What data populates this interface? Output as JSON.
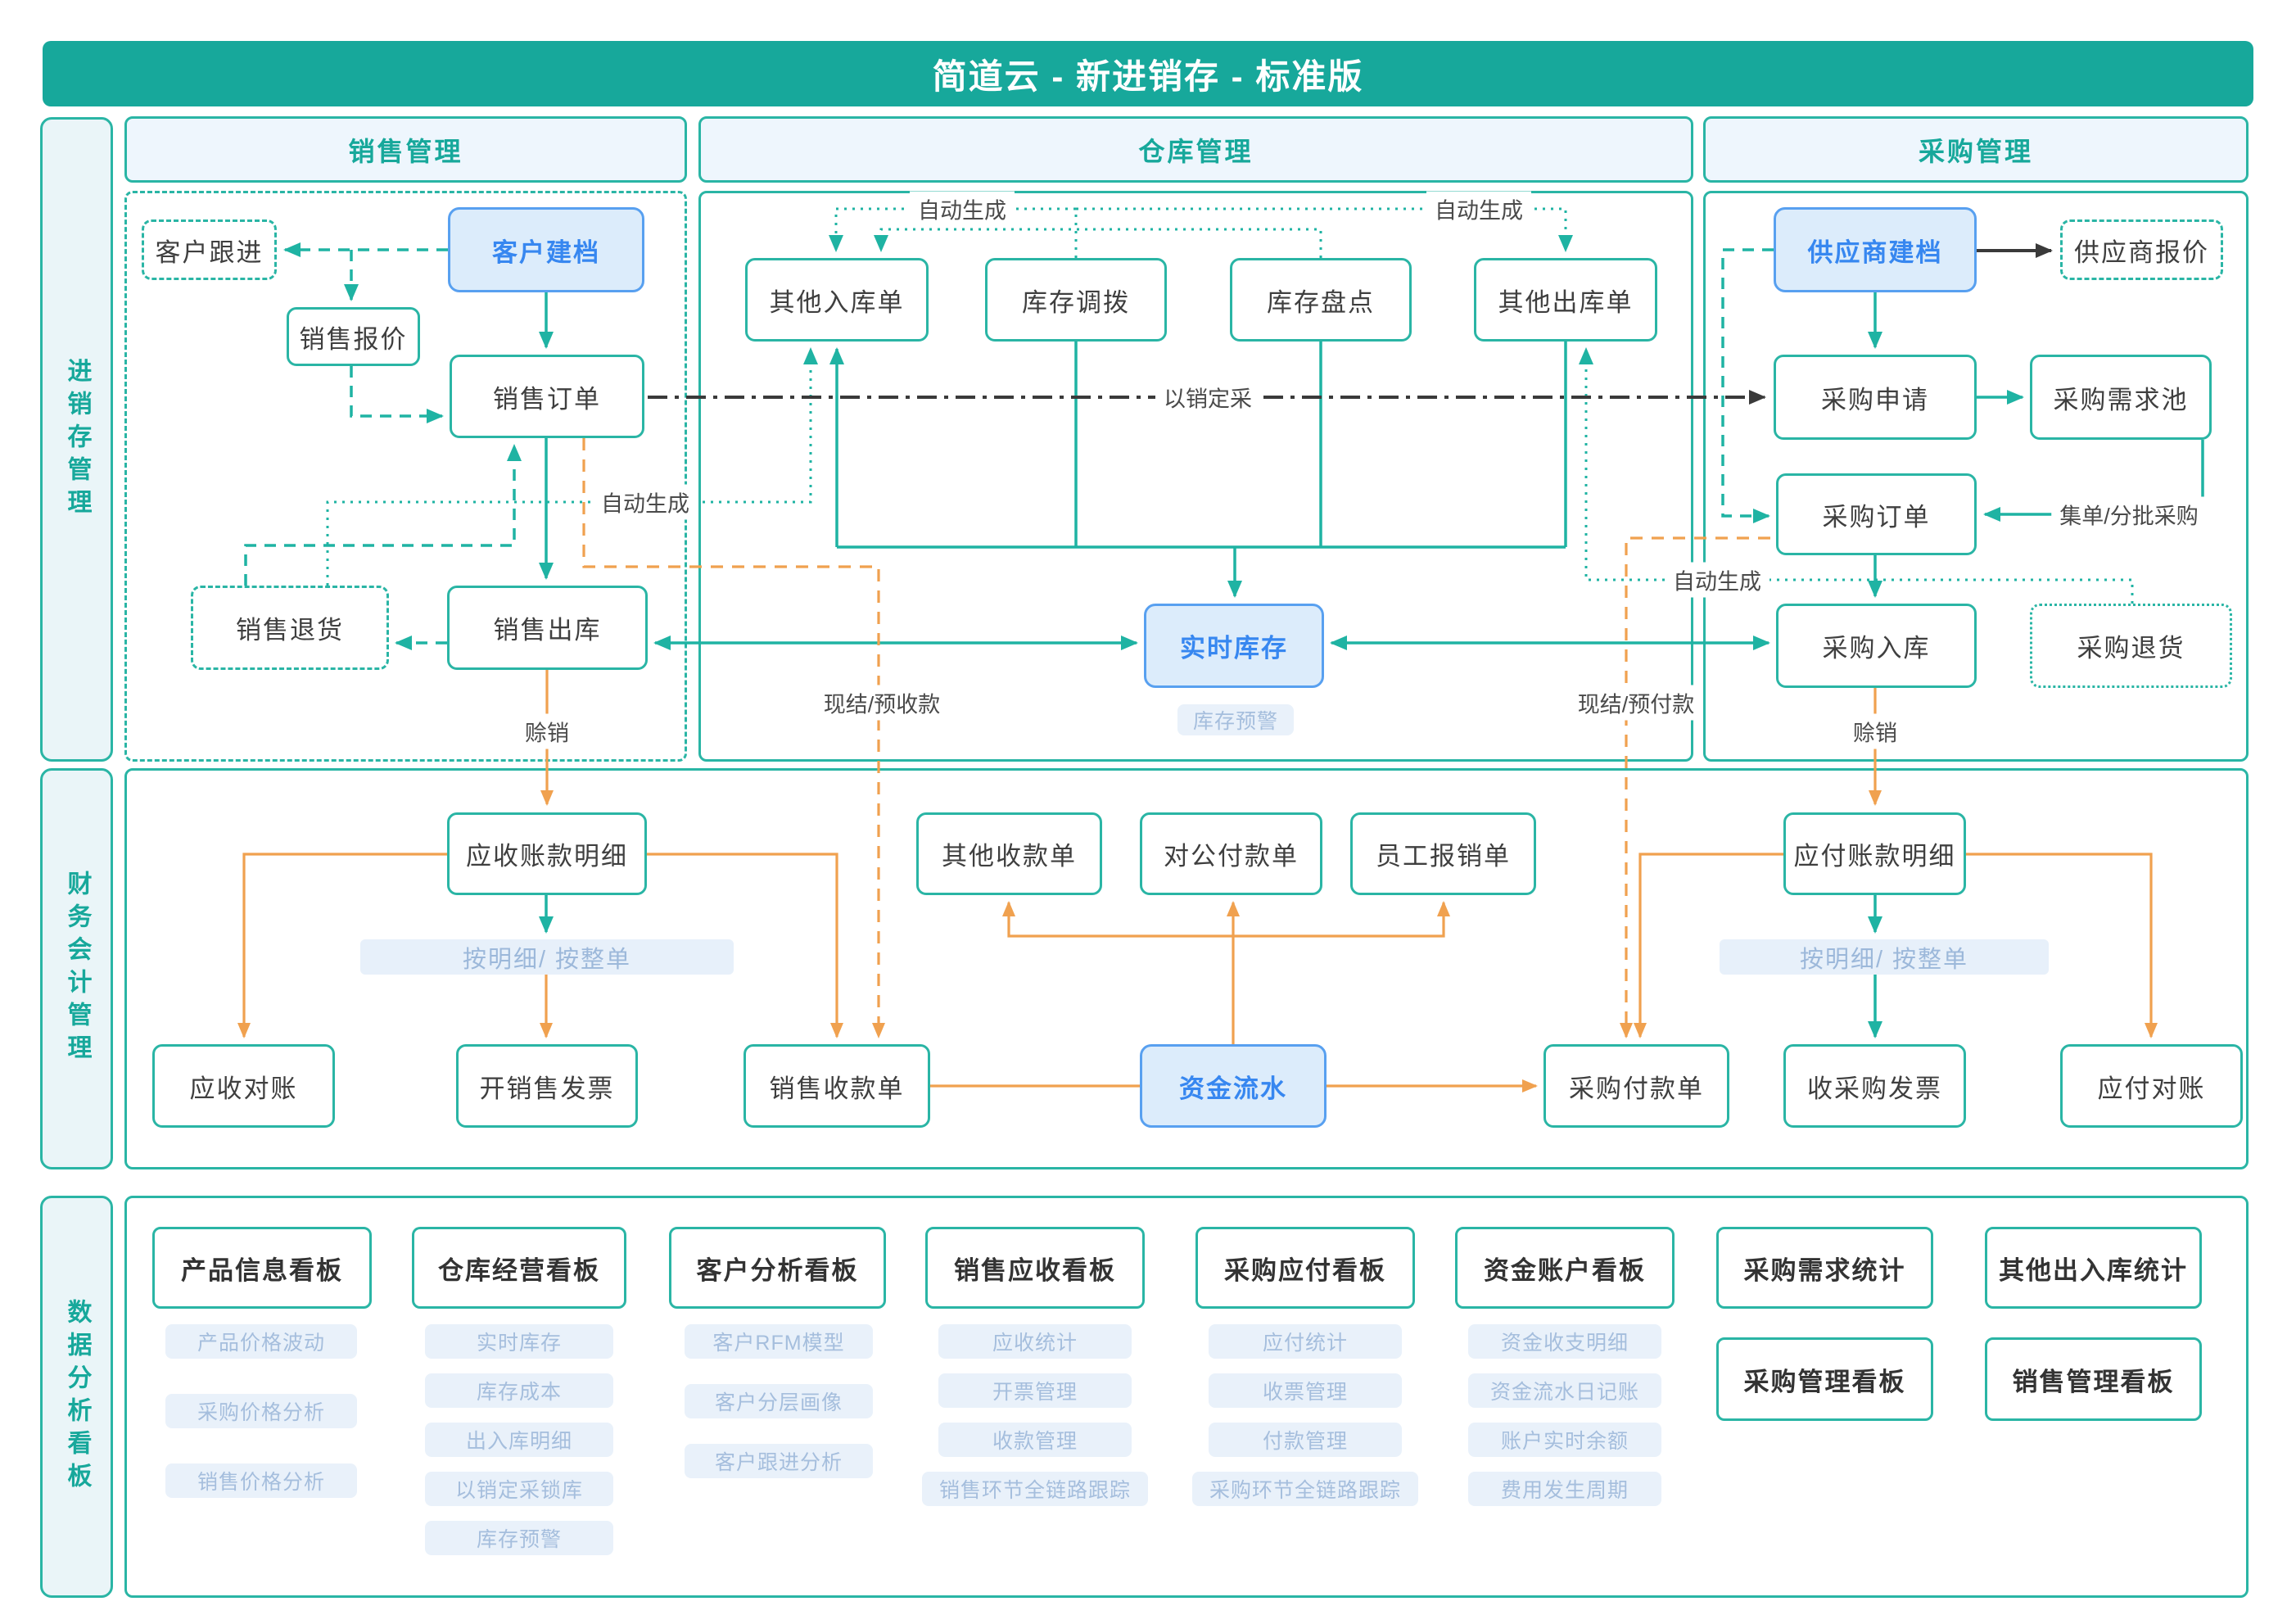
{
  "app": {
    "title": "简道云 - 新进销存 - 标准版"
  },
  "sidebar": {
    "sections": [
      {
        "label": "进销存管理"
      },
      {
        "label": "财务会计管理"
      },
      {
        "label": "数据分析看板"
      }
    ]
  },
  "columns": {
    "sales": "销售管理",
    "warehouse": "仓库管理",
    "purchase": "采购管理"
  },
  "nodes": {
    "customer_follow": "客户跟进",
    "customer_create": "客户建档",
    "sales_quote": "销售报价",
    "sales_order": "销售订单",
    "sales_return": "销售退货",
    "sales_outbound": "销售出库",
    "other_inbound": "其他入库单",
    "stock_transfer": "库存调拨",
    "stock_count": "库存盘点",
    "other_outbound": "其他出库单",
    "realtime_stock": "实时库存",
    "stock_alert": "库存预警",
    "supplier_create": "供应商建档",
    "supplier_quote": "供应商报价",
    "purchase_request": "采购申请",
    "purchase_pool": "采购需求池",
    "purchase_order": "采购订单",
    "purchase_inbound": "采购入库",
    "purchase_return": "采购退货",
    "ar_detail": "应收账款明细",
    "ar_recon": "应收对账",
    "sales_invoice": "开销售发票",
    "sales_receipt": "销售收款单",
    "other_receipt": "其他收款单",
    "corp_payment": "对公付款单",
    "expense_claim": "员工报销单",
    "cash_flow": "资金流水",
    "purchase_payment": "采购付款单",
    "ap_detail": "应付账款明细",
    "purchase_invoice": "收采购发票",
    "ap_recon": "应付对账"
  },
  "edge_labels": {
    "auto_generate": "自动生成",
    "sale_to_purchase": "以销定采",
    "credit_sale": "赊销",
    "cash_or_advance_receipt": "现结/预收款",
    "cash_or_advance_payment": "现结/预付款",
    "batch_purchase": "集单/分批采购",
    "settle_mode": "按明细/ 按整单"
  },
  "dashboards": [
    {
      "title": "产品信息看板",
      "items": [
        "产品价格波动",
        "采购价格分析",
        "销售价格分析"
      ]
    },
    {
      "title": "仓库经营看板",
      "items": [
        "实时库存",
        "库存成本",
        "出入库明细",
        "以销定采锁库",
        "库存预警"
      ]
    },
    {
      "title": "客户分析看板",
      "items": [
        "客户RFM模型",
        "客户分层画像",
        "客户跟进分析"
      ]
    },
    {
      "title": "销售应收看板",
      "items": [
        "应收统计",
        "开票管理",
        "收款管理",
        "销售环节全链路跟踪"
      ]
    },
    {
      "title": "采购应付看板",
      "items": [
        "应付统计",
        "收票管理",
        "付款管理",
        "采购环节全链路跟踪"
      ]
    },
    {
      "title": "资金账户看板",
      "items": [
        "资金收支明细",
        "资金流水日记账",
        "账户实时余额",
        "费用发生周期"
      ]
    },
    {
      "title": "采购需求统计",
      "items": []
    },
    {
      "title": "其他出入库统计",
      "items": []
    },
    {
      "title": "采购管理看板",
      "items": []
    },
    {
      "title": "销售管理看板",
      "items": []
    }
  ]
}
